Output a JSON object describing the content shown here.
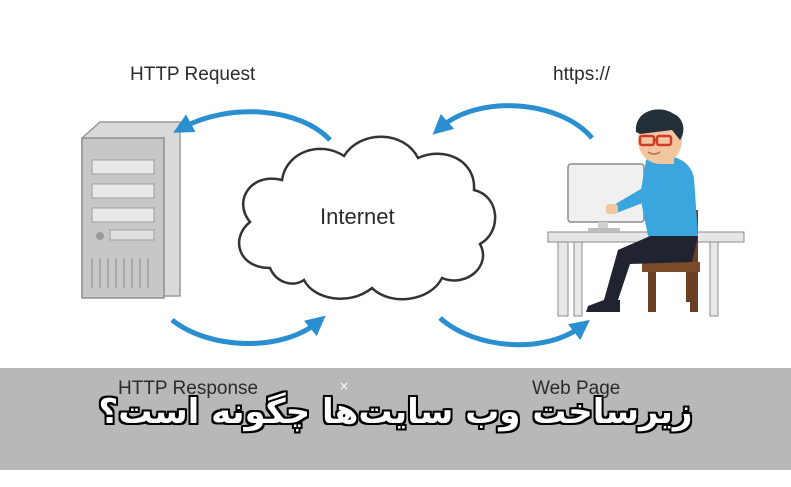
{
  "diagram": {
    "labels": {
      "http_request": "HTTP Request",
      "https": "https://",
      "internet": "Internet",
      "http_response": "HTTP Response",
      "web_page": "Web Page"
    },
    "colors": {
      "arrow": "#2a8fd0",
      "server_body": "#c9c9c9",
      "cloud_stroke": "#333333",
      "shirt": "#3aa6dd",
      "hair": "#23303a"
    }
  },
  "banner": {
    "caption": "زیرساخت وب سایت‌ها چگونه است؟",
    "mark": "×"
  }
}
